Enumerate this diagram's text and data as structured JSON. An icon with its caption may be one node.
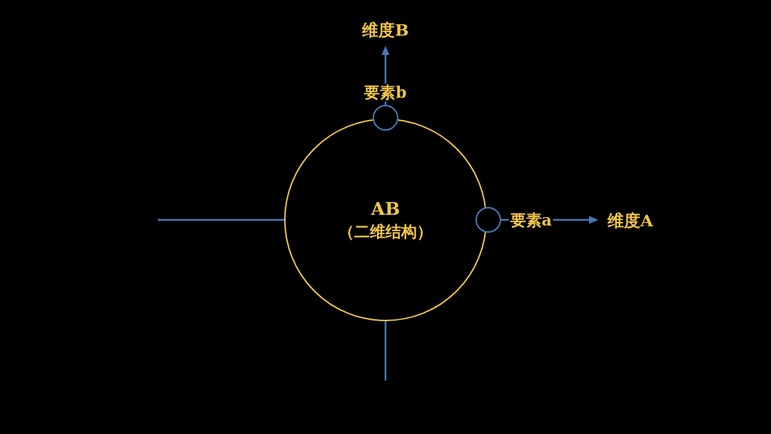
{
  "diagram": {
    "nodes": [
      {
        "text": [
          "AB",
          "（二维结构）"
        ]
      },
      {
        "text": [],
        "shape": "circle",
        "beside": [
          "要素b"
        ]
      },
      {
        "text": [],
        "shape": "circle",
        "beside": [
          "要素a"
        ]
      }
    ],
    "labels": [
      "维度B",
      "维度A"
    ]
  }
}
